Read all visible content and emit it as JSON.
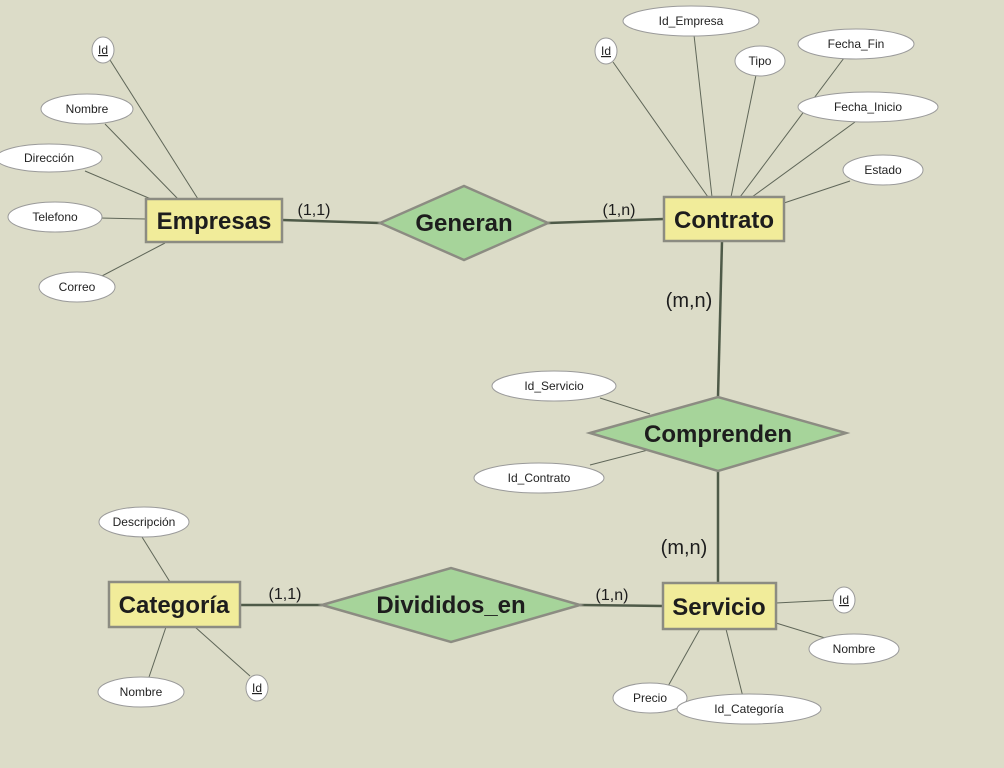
{
  "entities": {
    "empresas": "Empresas",
    "contrato": "Contrato",
    "categoria": "Categoría",
    "servicio": "Servicio"
  },
  "relationships": {
    "generan": "Generan",
    "comprenden": "Comprenden",
    "divididos_en": "Divididos_en"
  },
  "attributes": {
    "empresas": [
      "Id",
      "Nombre",
      "Dirección",
      "Telefono",
      "Correo"
    ],
    "contrato": [
      "Id",
      "Id_Empresa",
      "Tipo",
      "Fecha_Fin",
      "Fecha_Inicio",
      "Estado"
    ],
    "comprenden": [
      "Id_Servicio",
      "Id_Contrato"
    ],
    "categoria": [
      "Descripción",
      "Nombre",
      "Id"
    ],
    "servicio": [
      "Id",
      "Nombre",
      "Precio",
      "Id_Categoría"
    ]
  },
  "cardinalities": {
    "empresas_generan": "(1,1)",
    "generan_contrato": "(1,n)",
    "contrato_comprenden": "(m,n)",
    "comprenden_servicio": "(m,n)",
    "categoria_divididos": "(1,1)",
    "divididos_servicio": "(1,n)"
  },
  "colors": {
    "background": "#dcdcc8",
    "entity_fill": "#f1ec9a",
    "relationship_fill": "#a6d49a",
    "attribute_fill": "#ffffff"
  }
}
